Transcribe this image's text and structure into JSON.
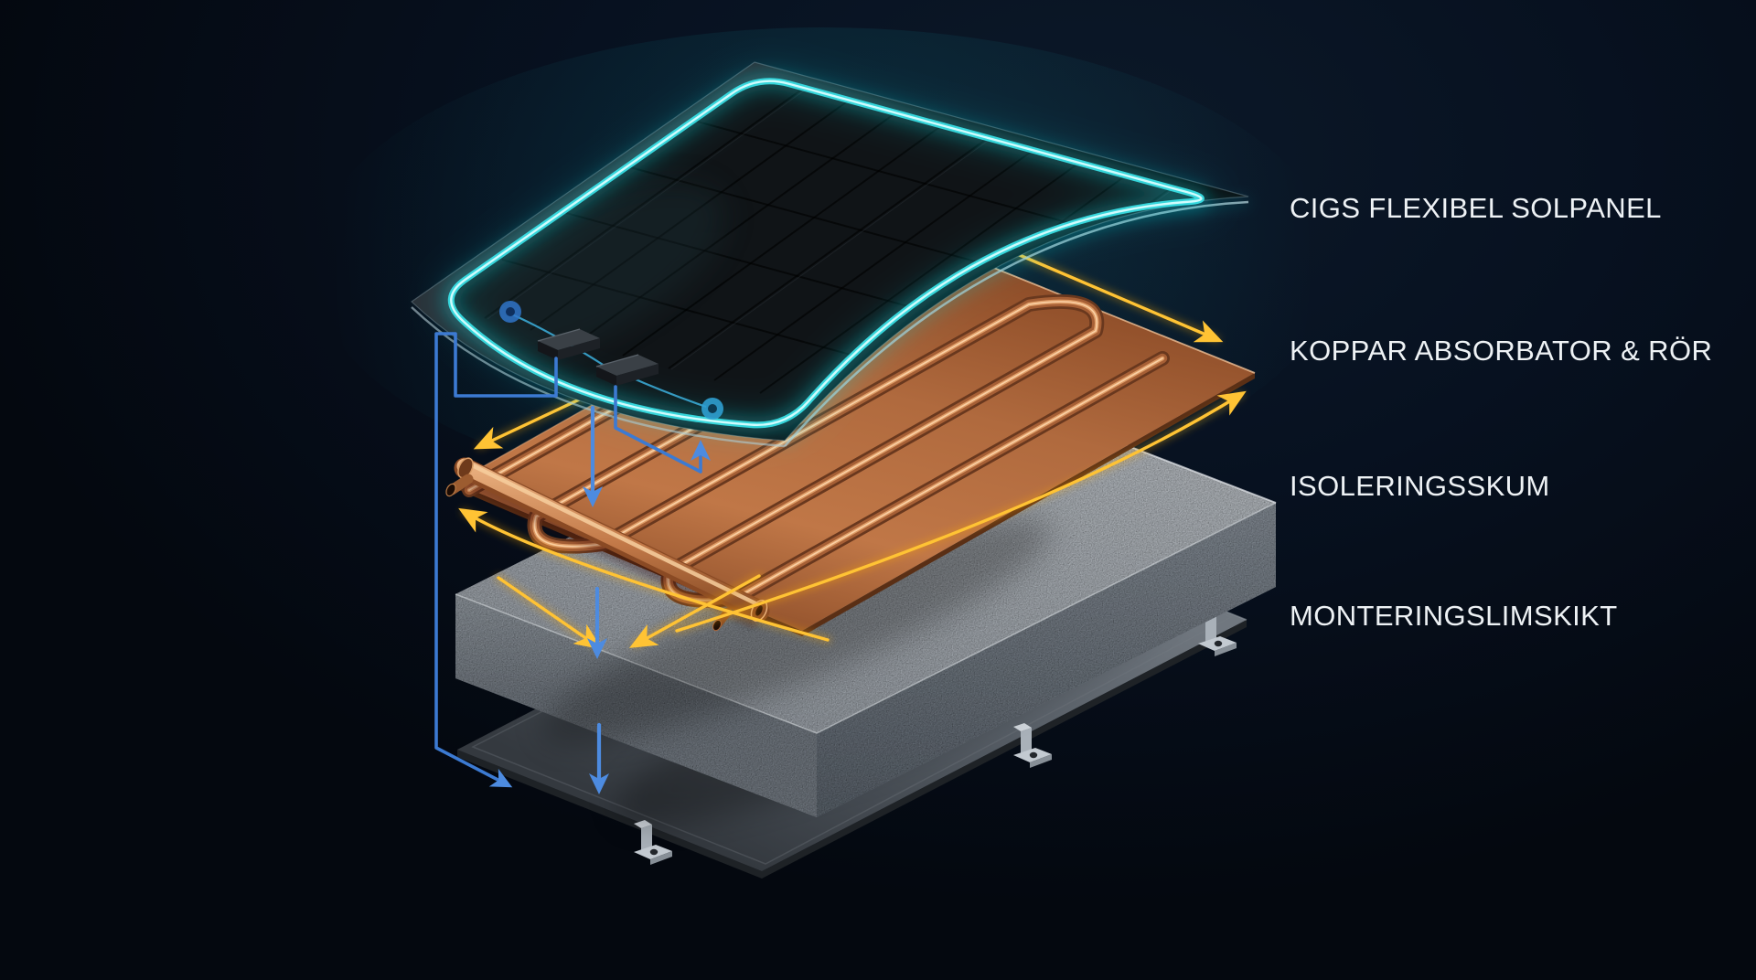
{
  "diagram": {
    "title": "PVT hybrid solar panel exploded layer view",
    "labels": [
      {
        "id": "solar-panel",
        "text": "CIGS FLEXIBEL SOLPANEL"
      },
      {
        "id": "absorber",
        "text": "KOPPAR ABSORBATOR & RÖR"
      },
      {
        "id": "insulation",
        "text": "ISOLERINGSSKUM"
      },
      {
        "id": "adhesive",
        "text": "MONTERINGSLIMSKIKT"
      }
    ],
    "colors": {
      "background": "#071120",
      "label_text": "#eef2f5",
      "neon_cyan": "#35e2e8",
      "copper": "#b06a3e",
      "foam_gray": "#c6ccd3",
      "plate_gray": "#4a5057",
      "heat_arrow_yellow": "#ffc334",
      "flow_arrow_blue": "#4d8be0"
    },
    "icons": {
      "heat_flow": "heat-flow-arrow",
      "down_flow": "down-flow-arrow",
      "wiring": "wire-route"
    }
  }
}
